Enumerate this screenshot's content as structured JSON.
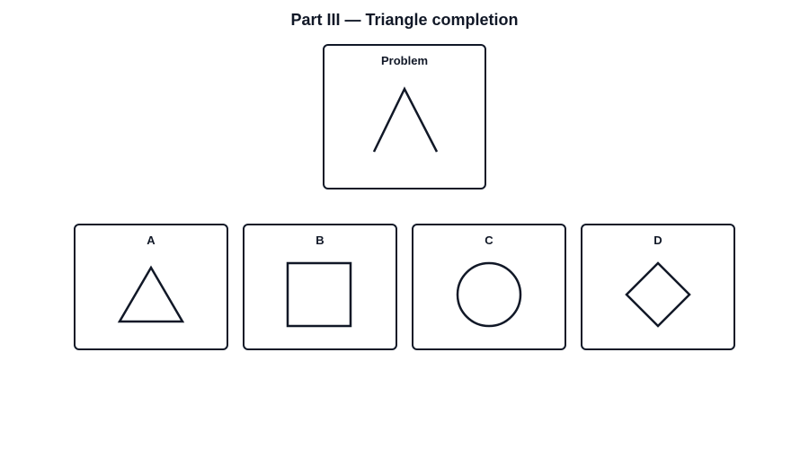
{
  "title": "Part III — Triangle completion",
  "problem": {
    "label": "Problem",
    "shape": "open-angle"
  },
  "options": [
    {
      "label": "A",
      "shape": "triangle"
    },
    {
      "label": "B",
      "shape": "square"
    },
    {
      "label": "C",
      "shape": "circle"
    },
    {
      "label": "D",
      "shape": "diamond"
    }
  ],
  "colors": {
    "stroke": "#111827",
    "background": "#ffffff"
  }
}
